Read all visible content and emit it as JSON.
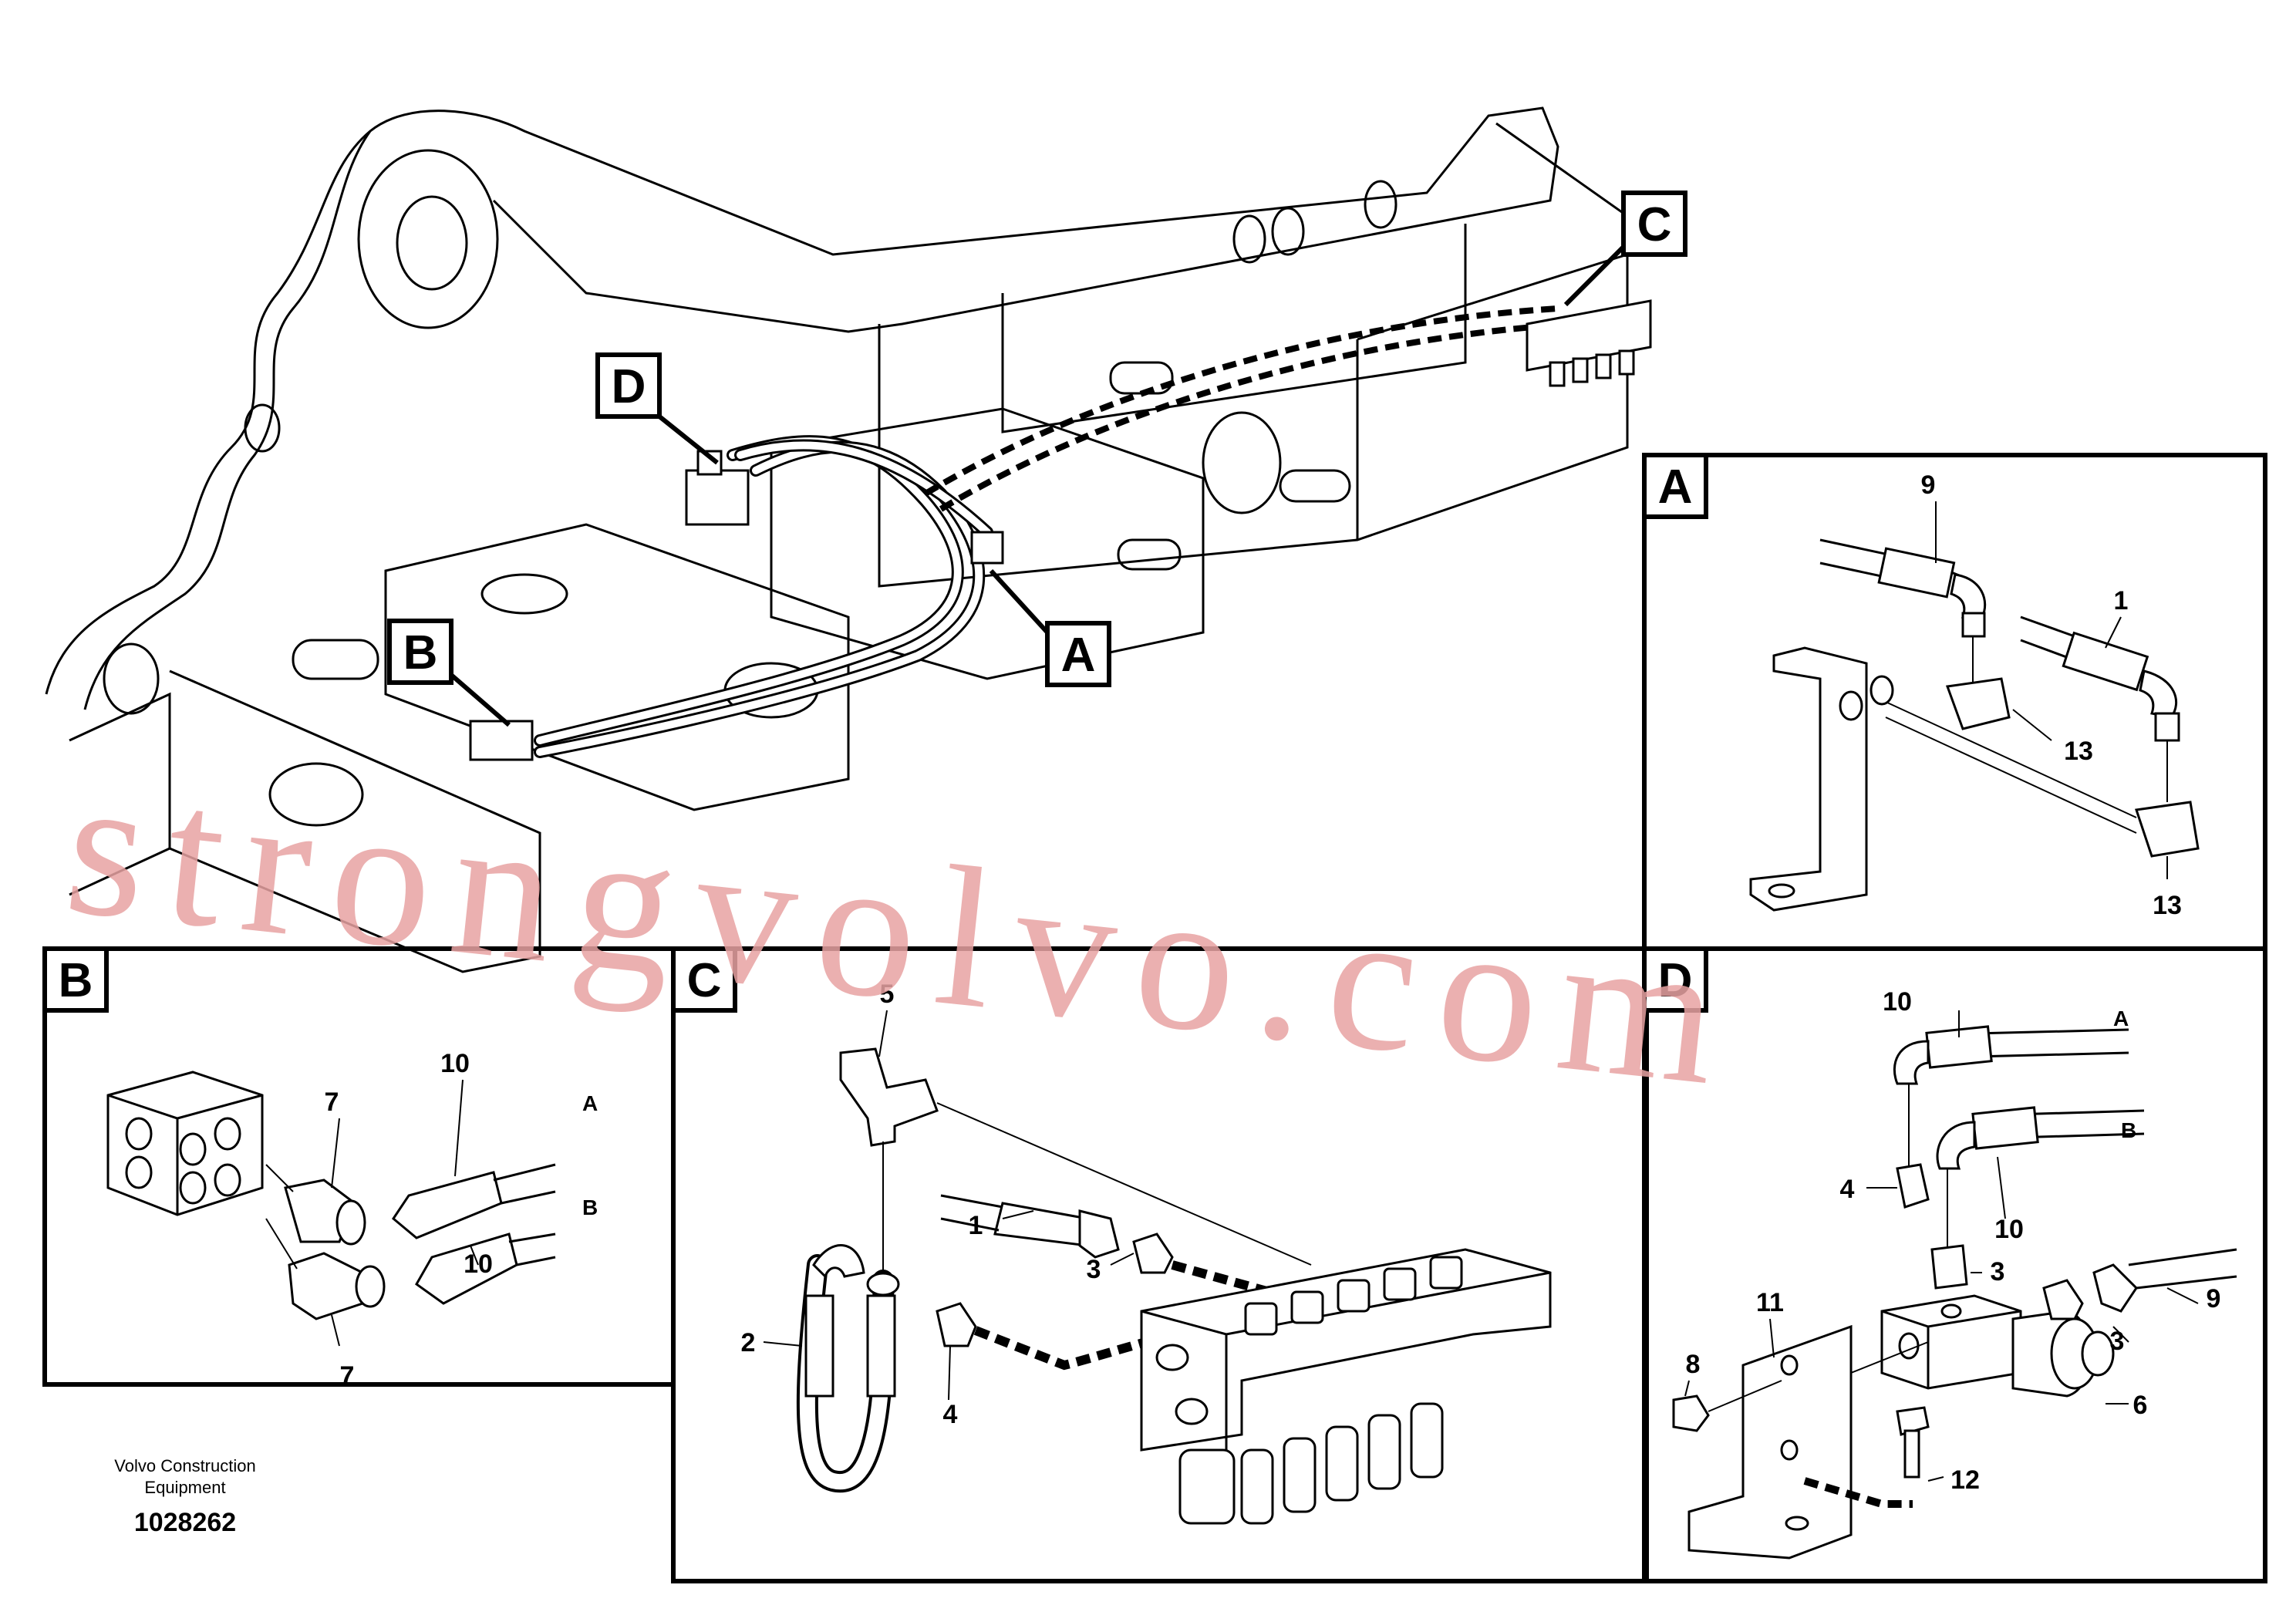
{
  "diagram": {
    "main_callouts": [
      "A",
      "B",
      "C",
      "D"
    ],
    "panels": {
      "A": {
        "letter": "A",
        "parts": [
          "9",
          "1",
          "13",
          "13"
        ]
      },
      "B": {
        "letter": "B",
        "parts": [
          "10",
          "7",
          "10",
          "7"
        ],
        "line_a": "A",
        "line_b": "B"
      },
      "C": {
        "letter": "C",
        "parts": [
          "5",
          "1",
          "3",
          "2",
          "4"
        ]
      },
      "D": {
        "letter": "D",
        "parts": [
          "10",
          "4",
          "10",
          "3",
          "3",
          "9",
          "11",
          "8",
          "6",
          "12"
        ],
        "line_a": "A",
        "line_b": "B"
      }
    },
    "caption_line1": "Volvo Construction",
    "caption_line2": "Equipment",
    "document_number": "1028262",
    "watermark": "strongvolvo.com"
  }
}
